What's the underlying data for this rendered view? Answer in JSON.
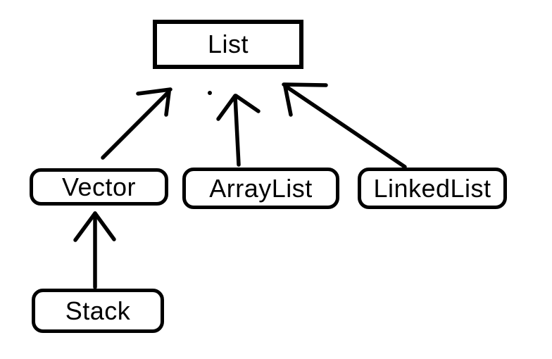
{
  "diagram": {
    "background_color": "#ffffff",
    "stroke_color": "#000000",
    "nodes": {
      "list": {
        "label": "List",
        "shape": "rectangle"
      },
      "vector": {
        "label": "Vector",
        "shape": "rounded"
      },
      "arraylist": {
        "label": "ArrayList",
        "shape": "rounded"
      },
      "linkedlist": {
        "label": "LinkedList",
        "shape": "rounded"
      },
      "stack": {
        "label": "Stack",
        "shape": "rounded"
      }
    },
    "edges": [
      {
        "from": "Vector",
        "to": "List",
        "type": "open-arrow"
      },
      {
        "from": "ArrayList",
        "to": "List",
        "type": "open-arrow"
      },
      {
        "from": "LinkedList",
        "to": "List",
        "type": "open-arrow"
      },
      {
        "from": "Stack",
        "to": "Vector",
        "type": "open-arrow"
      }
    ],
    "artifacts": [
      {
        "name": "stray-dot"
      }
    ]
  }
}
